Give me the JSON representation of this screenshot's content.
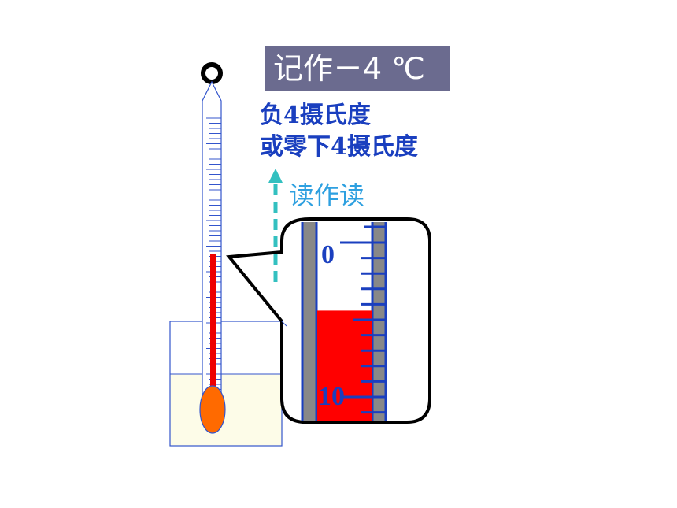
{
  "record_label": "记作－4 ℃",
  "reading": {
    "line1": "负4摄氏度",
    "line2": "或零下4摄氏度"
  },
  "read_as_label": "读作读",
  "magnified_scale": {
    "tick_0": "0",
    "tick_10": "10",
    "liquid_level": 4
  },
  "colors": {
    "label_box": "#6b6b8f",
    "reading_text": "#1a3fbf",
    "read_as_text": "#2ea0e0",
    "arrow": "#33c0c0",
    "liquid": "#ff0000",
    "bulb": "#ff6a00",
    "beaker_water": "#fdfce8",
    "scale_lines": "#1a3fbf"
  }
}
